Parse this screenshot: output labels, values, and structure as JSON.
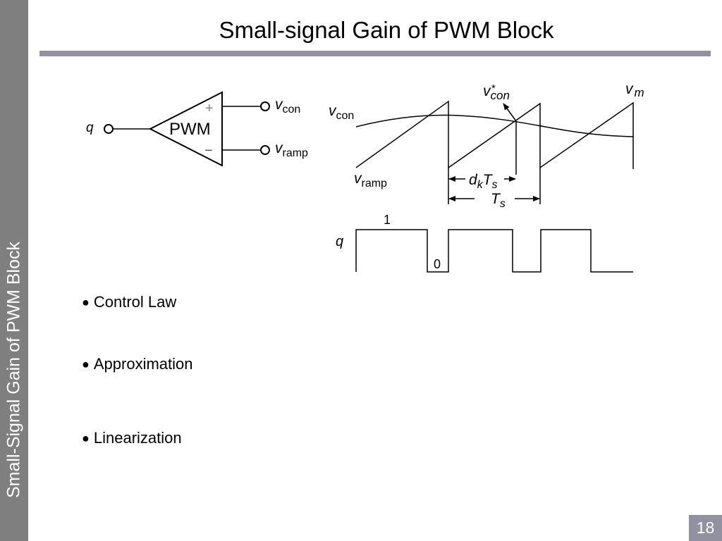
{
  "slide": {
    "title": "Small-signal Gain of PWM Block",
    "side_title": "Small-Signal Gain of PWM Block",
    "page_number": "18"
  },
  "block_diagram": {
    "block_label": "PWM",
    "plus_sign": "+",
    "minus_sign": "−",
    "input_q_label": "q",
    "vcon_label_main": "v",
    "vcon_label_sub": "con",
    "vramp_label_main": "v",
    "vramp_label_sub": "ramp"
  },
  "waveform": {
    "vcon_main": "v",
    "vcon_sub": "con",
    "vramp_main": "v",
    "vramp_sub": "ramp",
    "vcon_star_main": "v",
    "vcon_star_sub": "con",
    "vcon_star_sup": "*",
    "vm_main": "v",
    "vm_sub": "m",
    "dkts_d": "d",
    "dkts_k": "k",
    "dkts_T": "T",
    "dkts_s": "s",
    "ts_T": "T",
    "ts_s": "s",
    "q_label": "q",
    "level_high": "1",
    "level_low": "0"
  },
  "bullets": [
    {
      "marker": "●",
      "text": "Control Law"
    },
    {
      "marker": "●",
      "text": "Approximation"
    },
    {
      "marker": "●",
      "text": "Linearization"
    }
  ]
}
